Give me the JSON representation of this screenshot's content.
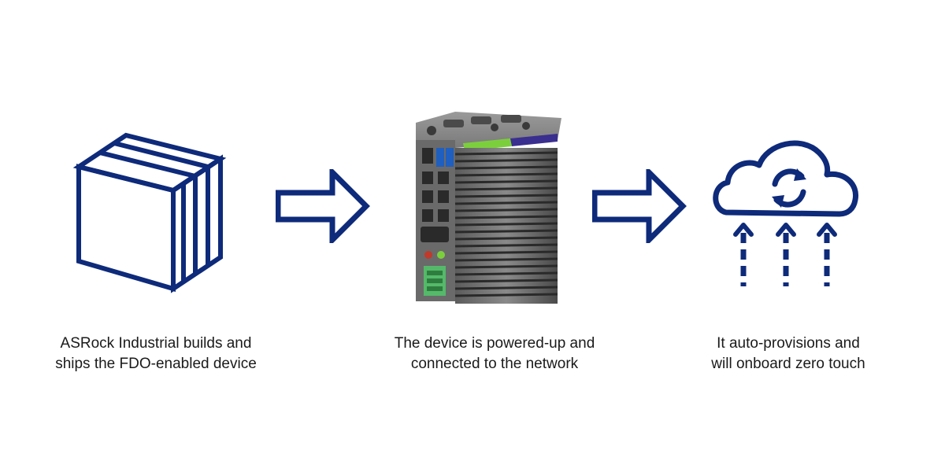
{
  "colors": {
    "brand_blue": "#0e2a7a",
    "text": "#1a1a1a",
    "accent_green": "#7ccf3c",
    "accent_purple": "#3a2f8f"
  },
  "steps": [
    {
      "icon": "package-box-icon",
      "caption_lines": [
        "ASRock Industrial builds and",
        "ships the FDO-enabled device"
      ]
    },
    {
      "icon": "industrial-pc-device-image",
      "caption_lines": [
        "The device is powered-up and",
        "connected to the network"
      ]
    },
    {
      "icon": "cloud-sync-icon",
      "caption_lines": [
        "It auto-provisions and",
        "will onboard zero touch"
      ]
    }
  ],
  "connectors": [
    {
      "icon": "right-arrow-icon"
    },
    {
      "icon": "right-arrow-icon"
    }
  ]
}
